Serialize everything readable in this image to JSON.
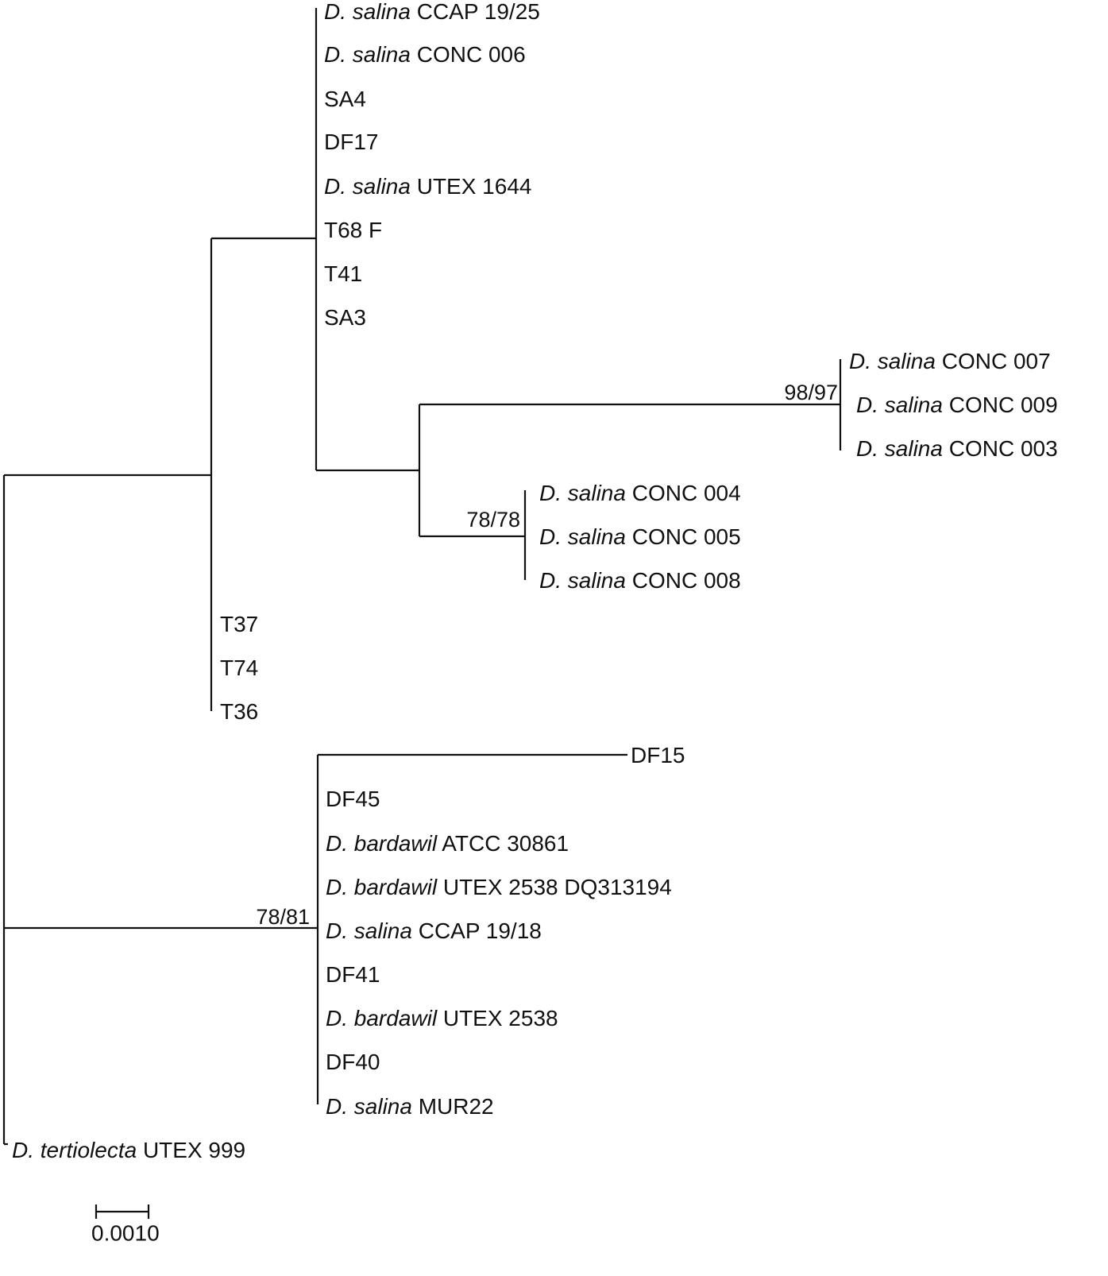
{
  "tree": {
    "taxa": [
      {
        "italic": "D. salina",
        "rest": " CCAP 19/25"
      },
      {
        "italic": "D. salina",
        "rest": " CONC 006"
      },
      {
        "italic": "",
        "rest": "SA4"
      },
      {
        "italic": "",
        "rest": "DF17"
      },
      {
        "italic": "D. salina",
        "rest": " UTEX 1644"
      },
      {
        "italic": "",
        "rest": "T68 F"
      },
      {
        "italic": "",
        "rest": "T41"
      },
      {
        "italic": "",
        "rest": "SA3"
      },
      {
        "italic": "D. salina",
        "rest": " CONC 007"
      },
      {
        "italic": "D. salina",
        "rest": " CONC 009"
      },
      {
        "italic": "D. salina",
        "rest": " CONC 003"
      },
      {
        "italic": "D. salina",
        "rest": " CONC 004"
      },
      {
        "italic": "D. salina",
        "rest": " CONC 005"
      },
      {
        "italic": "D. salina",
        "rest": " CONC 008"
      },
      {
        "italic": "",
        "rest": "T37"
      },
      {
        "italic": "",
        "rest": "T74"
      },
      {
        "italic": "",
        "rest": "T36"
      },
      {
        "italic": "",
        "rest": "DF15"
      },
      {
        "italic": "",
        "rest": "DF45"
      },
      {
        "italic": "D. bardawil",
        "rest": " ATCC 30861"
      },
      {
        "italic": "D. bardawil",
        "rest": " UTEX 2538 DQ313194"
      },
      {
        "italic": "D. salina",
        "rest": " CCAP 19/18"
      },
      {
        "italic": "",
        "rest": "DF41"
      },
      {
        "italic": "D. bardawil",
        "rest": " UTEX 2538"
      },
      {
        "italic": "",
        "rest": "DF40"
      },
      {
        "italic": "D. salina",
        "rest": " MUR22"
      },
      {
        "italic": "D. tertiolecta",
        "rest": " UTEX 999"
      }
    ],
    "support": [
      "98/97",
      "78/78",
      "78/81"
    ],
    "scale_label": "0.0010"
  }
}
